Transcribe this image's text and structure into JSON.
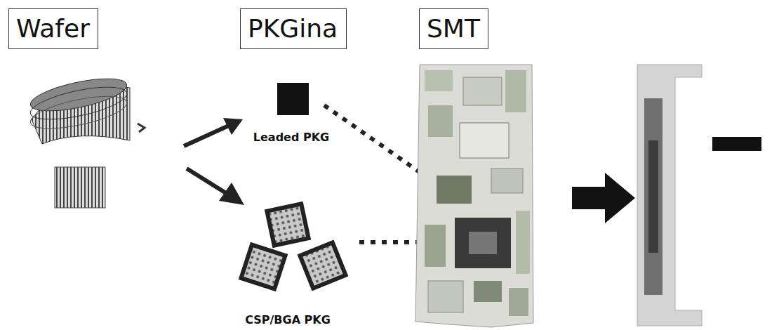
{
  "diagram": {
    "nodes": [
      {
        "text": [
          "Wafer"
        ]
      },
      {
        "text": [
          "PKGina"
        ]
      },
      {
        "text": [
          "SMT"
        ]
      }
    ],
    "labels": [
      "Leaded PKG",
      "CSP/BGA PKG"
    ]
  }
}
